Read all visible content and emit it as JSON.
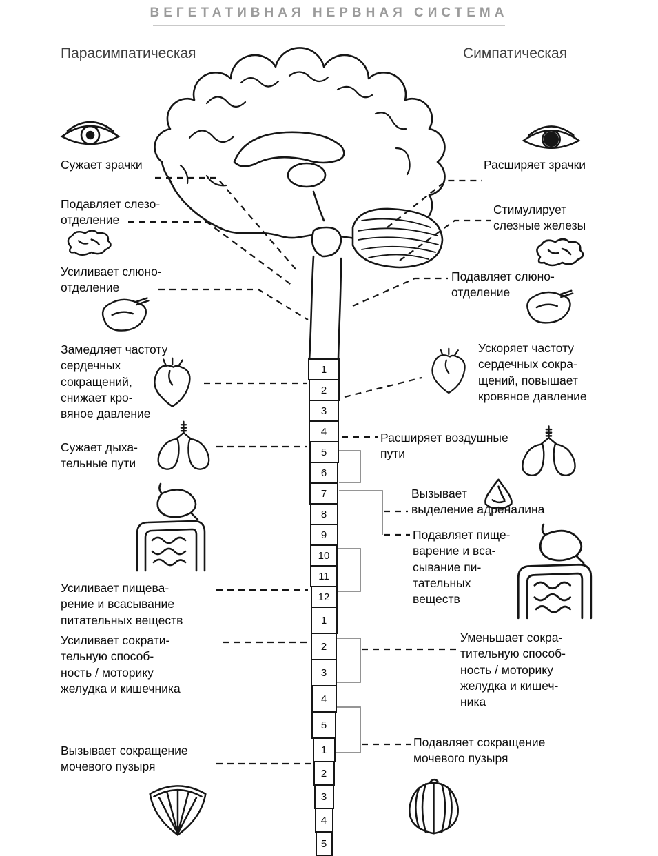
{
  "title": "ВЕГЕТАТИВНАЯ НЕРВНАЯ СИСТЕМА",
  "headers": {
    "left": "Парасимпатическая",
    "right": "Симпатическая"
  },
  "left": {
    "pupils": "Сужает зрачки",
    "tears": "Подавляет слезо-\nотделение",
    "saliva": "Усиливает слюно-\nотделение",
    "heart": "Замедляет частоту\nсердечных\nсокращений,\nснижает кро-\nвяное давление",
    "airways": "Сужает дыха-\nтельные пути",
    "digestion": "Усиливает пищева-\nрение и всасывание\nпитательных веществ",
    "motility": "Усиливает сократи-\nтельную способ-\nность / моторику\nжелудка и кишечника",
    "bladder": "Вызывает сокращение\nмочевого пузыря"
  },
  "right": {
    "pupils": "Расширяет зрачки",
    "tears": "Стимулирует\nслезные железы",
    "saliva": "Подавляет слюно-\nотделение",
    "heart": "Ускоряет частоту\nсердечных сокра-\nщений, повышает\nкровяное давление",
    "airways": "Расширяет воздушные\nпути",
    "adrenaline": "Вызывает\nвыделение адреналина",
    "digestion": "Подавляет пище-\nварение и вса-\nсывание пи-\nтательных\nвеществ",
    "motility": "Уменьшает сокра-\nтительную способ-\nность / моторику\nжелудка и кишеч-\nника",
    "bladder": "Подавляет сокращение\nмочевого пузыря"
  },
  "spine": {
    "segments": [
      "1",
      "2",
      "3",
      "4",
      "5",
      "6",
      "7",
      "8",
      "9",
      "10",
      "11",
      "12",
      "1",
      "2",
      "3",
      "4",
      "5",
      "1",
      "2",
      "3",
      "4",
      "5"
    ]
  },
  "icons": {
    "left": [
      "eye-icon",
      "tear-gland-icon",
      "salivary-gland-icon",
      "heart-icon",
      "lungs-icon",
      "stomach-intestines-icon",
      "bladder-icon"
    ],
    "right": [
      "eye-icon",
      "tear-gland-icon",
      "salivary-gland-icon",
      "heart-icon",
      "lungs-icon",
      "adrenal-gland-icon",
      "stomach-intestines-icon",
      "bladder-icon"
    ]
  },
  "colors": {
    "ink": "#161616",
    "title_gray": "#9b9b9b",
    "bracket_gray": "#868686"
  }
}
